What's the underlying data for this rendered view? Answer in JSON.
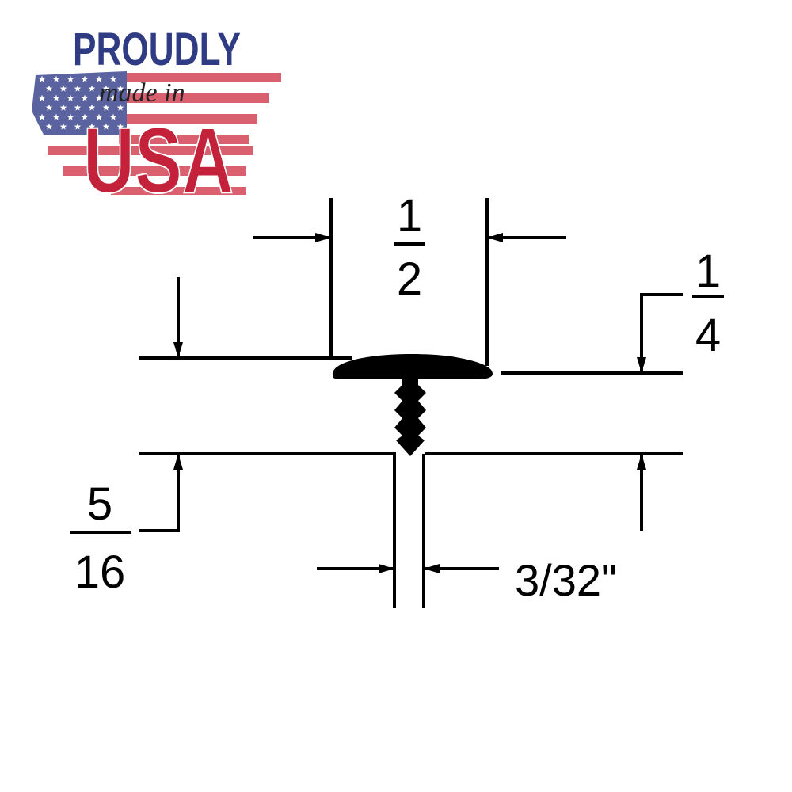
{
  "logo": {
    "line1": "PROUDLY",
    "line2": "made in",
    "line3": "USA",
    "colors": {
      "blue": "#2f3b82",
      "red": "#c4213a",
      "flag_blue": "#5a63a0",
      "stripe": "#d9606e"
    }
  },
  "dimensions": {
    "cap_width": {
      "numerator": "1",
      "denominator": "2"
    },
    "cap_height": {
      "numerator": "1",
      "denominator": "4"
    },
    "stem_length": {
      "numerator": "5",
      "denominator": "16"
    },
    "stem_width": "3/32\""
  },
  "colors": {
    "line": "#000000",
    "background": "#ffffff"
  }
}
